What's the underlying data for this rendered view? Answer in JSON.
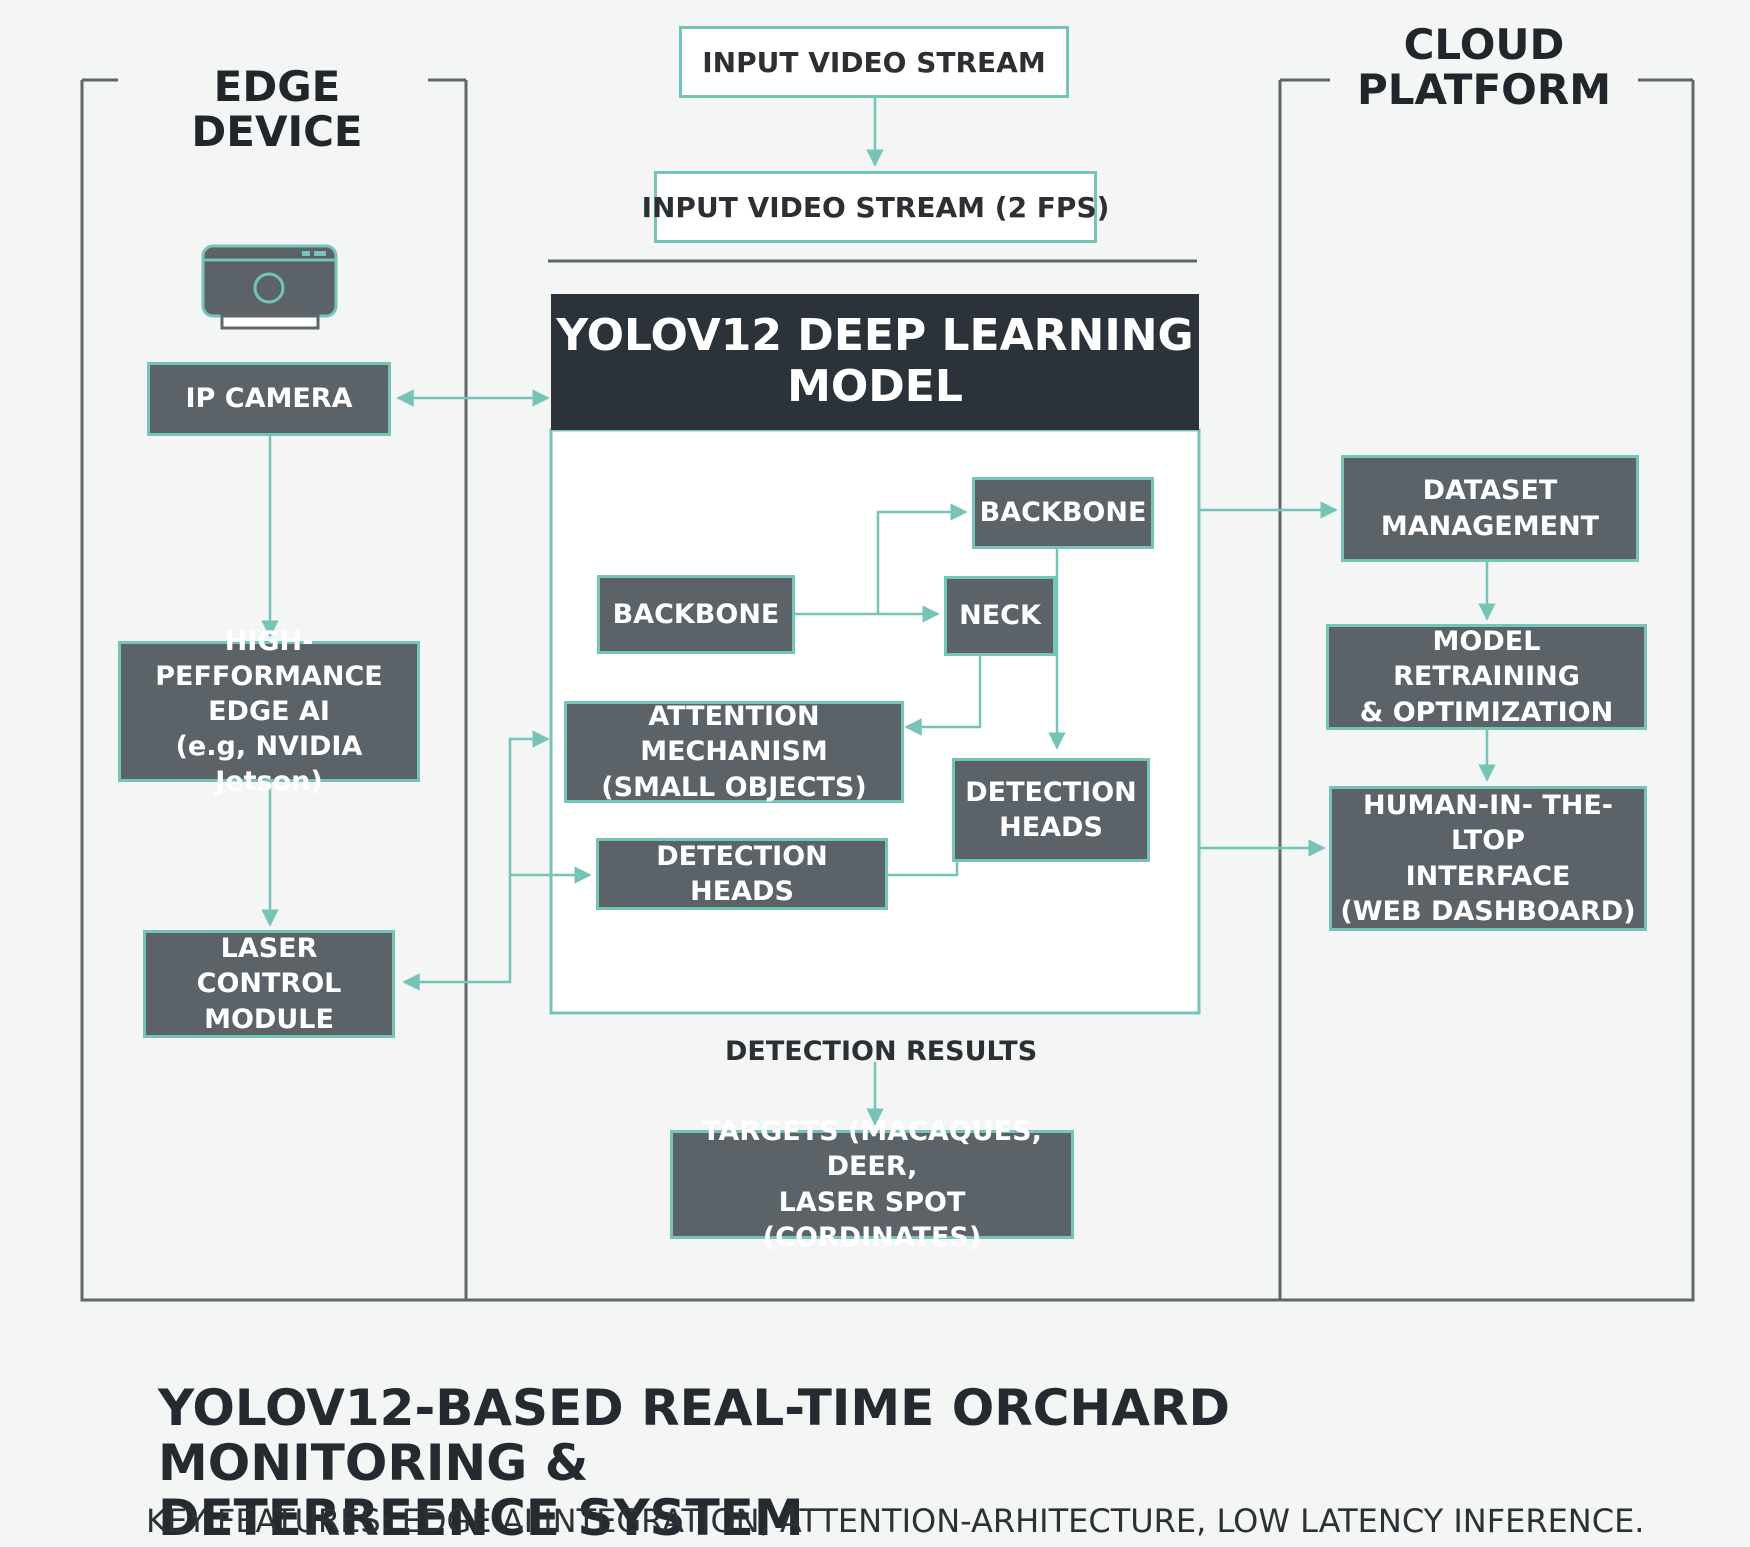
{
  "sections": {
    "edge_device": "EDGE DEVICE",
    "cloud_platform": "CLOUD\nPLATFORM"
  },
  "input": {
    "stream": "INPUT VIDEO STREAM",
    "stream_fps": "INPUT VIDEO STREAM (2 FPS)"
  },
  "model": {
    "title": "YOLOV12 DEEP LEARNING\nMODEL",
    "backbone_left": "BACKBONE",
    "backbone_top": "BACKBONE",
    "neck": "NECK",
    "attention": "ATTENTION MECHANISM\n(SMALL OBJECTS)",
    "detection_heads_right": "DETECTION\nHEADS",
    "detection_heads_bottom": "DETECTION HEADS"
  },
  "edge": {
    "ip_camera": "IP CAMERA",
    "edge_ai": "HIGH-PEFFORMANCE\nEDGE AI\n(e.g, NVIDIA Jetson)",
    "laser": "LASER CONTROL\nMODULE"
  },
  "cloud": {
    "dataset": "DATASET\nMANAGEMENT",
    "retraining": "MODEL RETRAINING\n& OPTIMIZATION",
    "hitl": "HUMAN-IN- THE-LTOP\nINTERFACE\n(WEB DASHBOARD)"
  },
  "results": {
    "label": "DETECTION RESULTS",
    "targets": "TARGETS (MACAQUES, DEER,\nLASER SPOT (CORDINATES)"
  },
  "footer": {
    "title": "YOLOV12-BASED REAL-TIME ORCHARD MONITORING &\nDETERREENCE SYSTEM",
    "subtitle": "KEY FEATURES: EDGE AI INTEGRATION, ATTENTION-ARHITECTURE, LOW LATENCY INFERENCE."
  },
  "colors": {
    "teal": "#76c3b7",
    "box_fill": "#5b6268",
    "header_fill": "#2b323a",
    "frame": "#5f666c"
  },
  "icons": {
    "camera": "camera-icon"
  }
}
